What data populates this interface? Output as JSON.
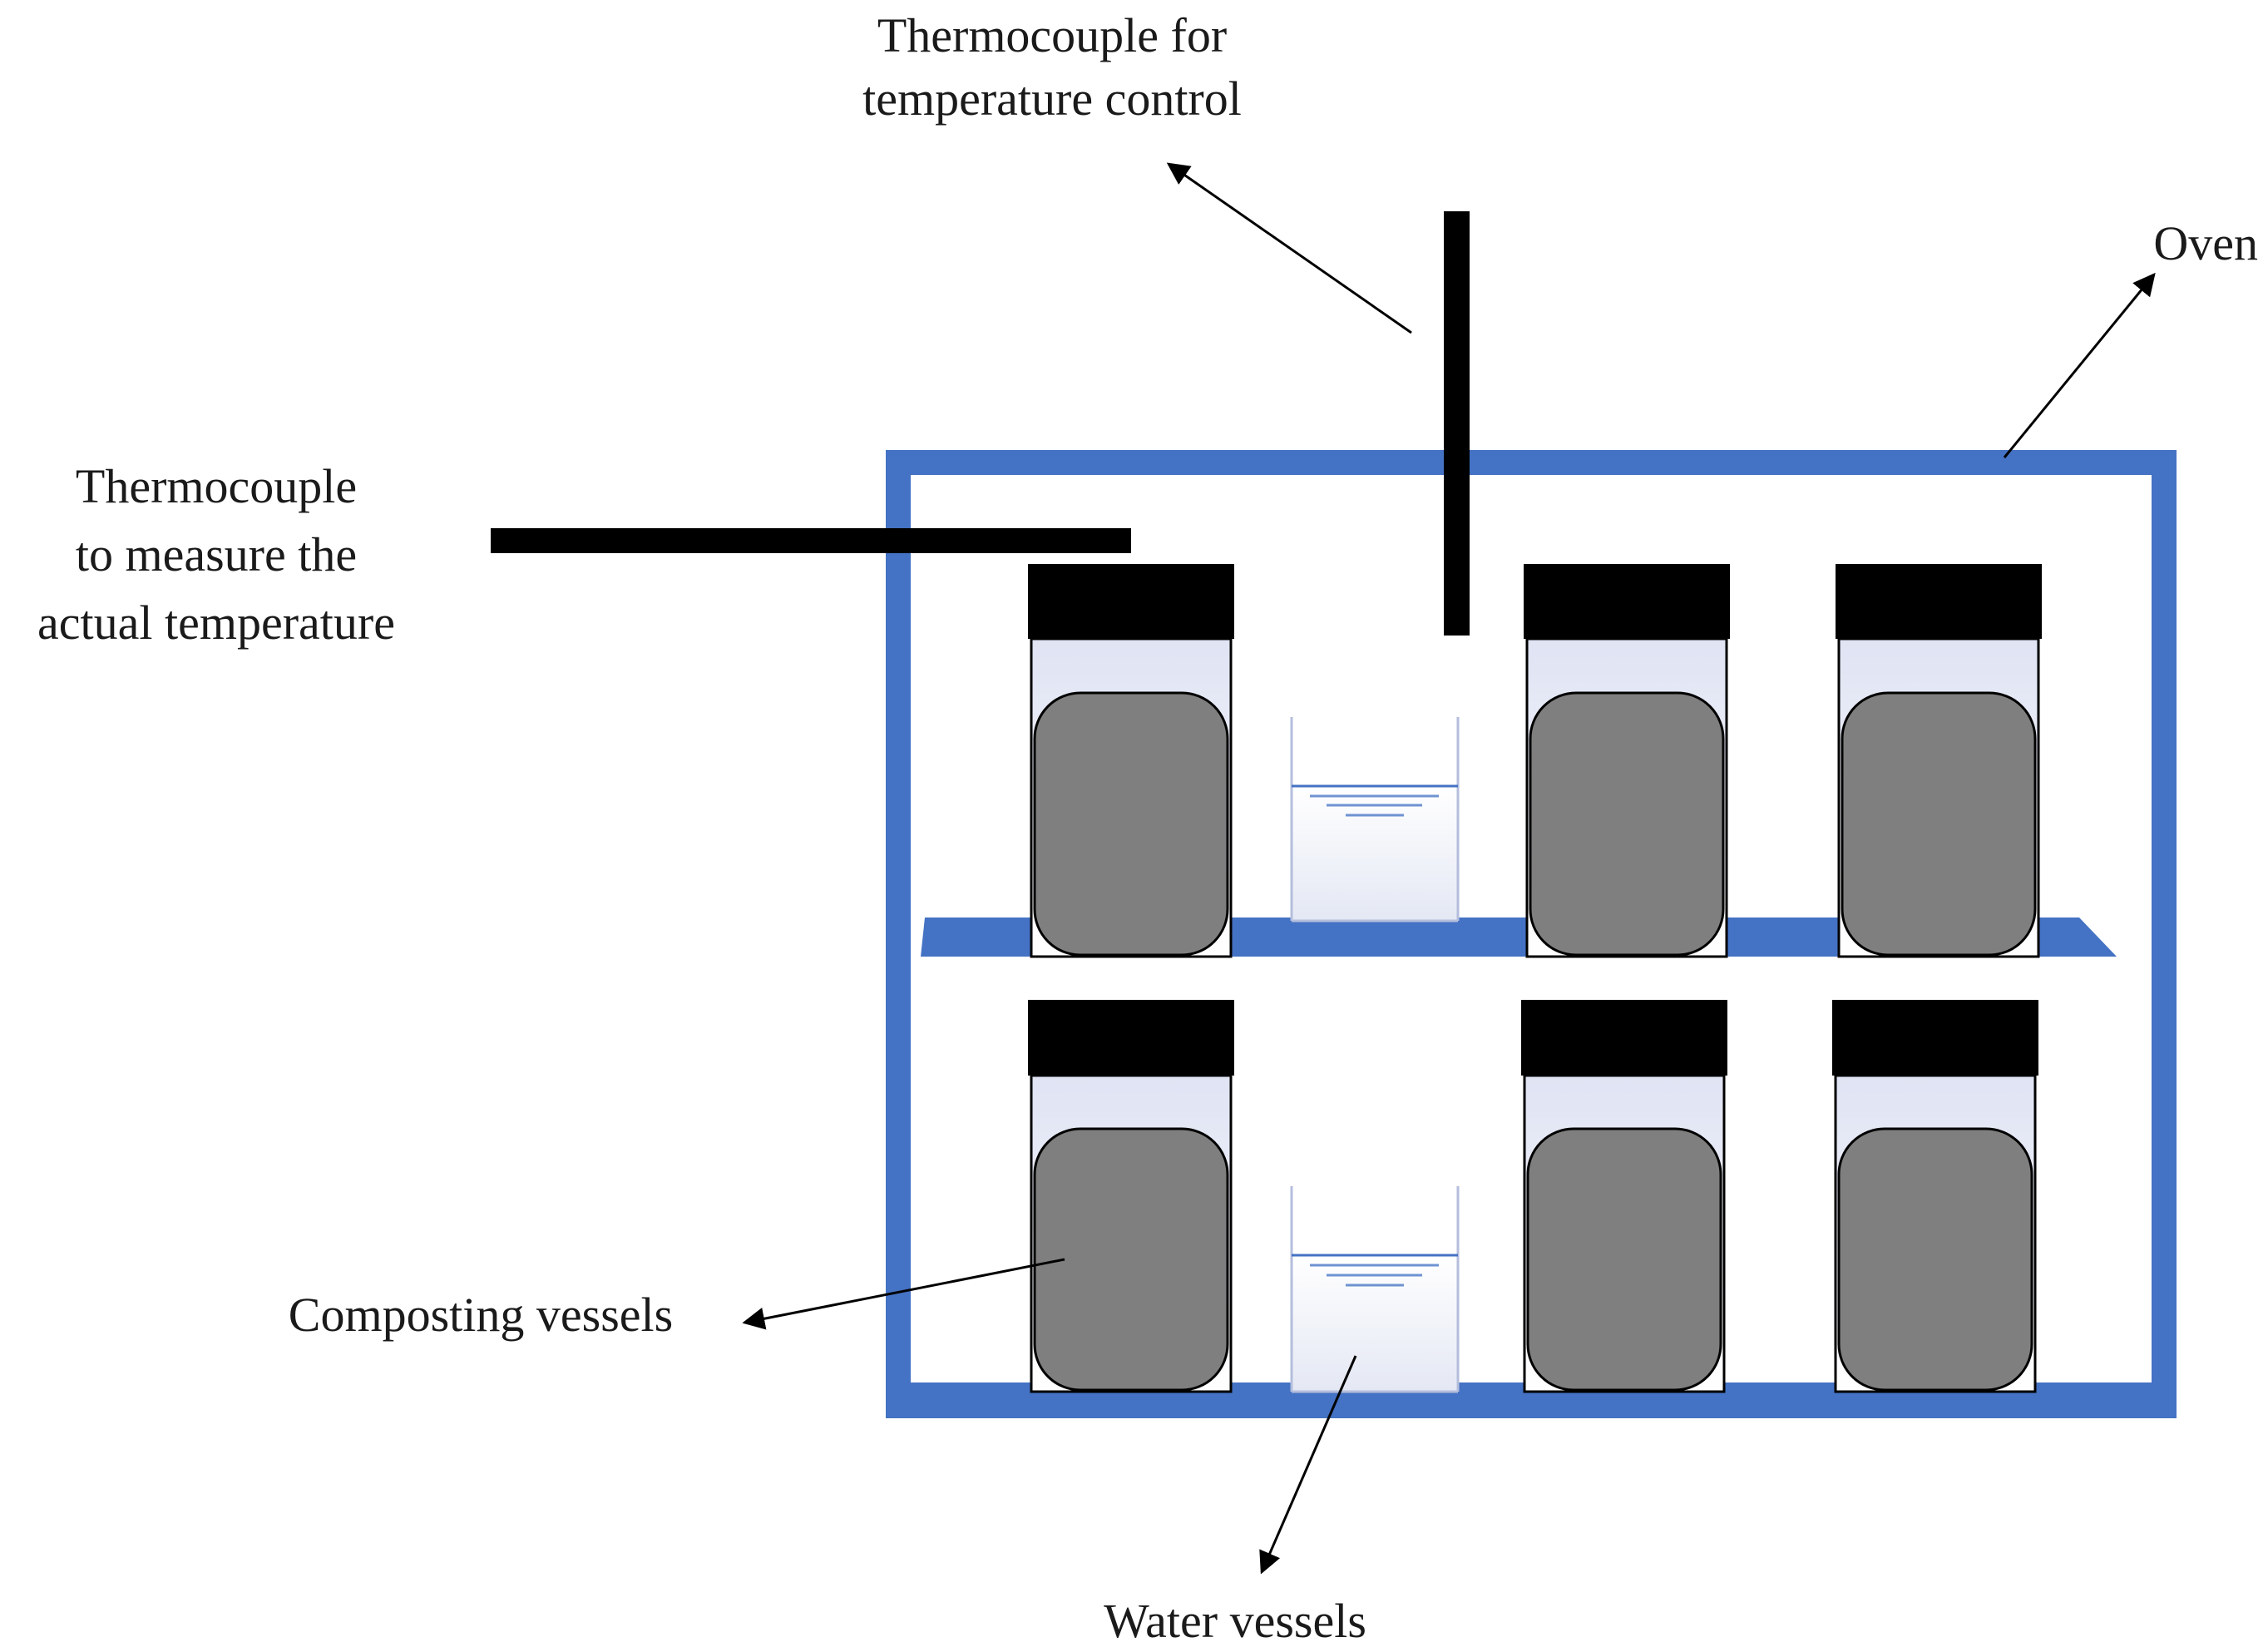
{
  "labels": {
    "thermocouple_control_line1": "Thermocouple for",
    "thermocouple_control_line2": "temperature control",
    "oven": "Oven",
    "thermocouple_measure_line1": "Thermocouple",
    "thermocouple_measure_line2": "to measure the",
    "thermocouple_measure_line3": "actual temperature",
    "composting_vessels": "Composting vessels",
    "water_vessels": "Water vessels"
  },
  "colors": {
    "oven_frame": "#4472c4",
    "shelf": "#4472c4",
    "vessel_cap": "#000000",
    "vessel_body_top": "#dde1f2",
    "compost": "#7f7f7f",
    "water_line": "#4472c4",
    "probe": "#000000",
    "arrow": "#000000"
  }
}
